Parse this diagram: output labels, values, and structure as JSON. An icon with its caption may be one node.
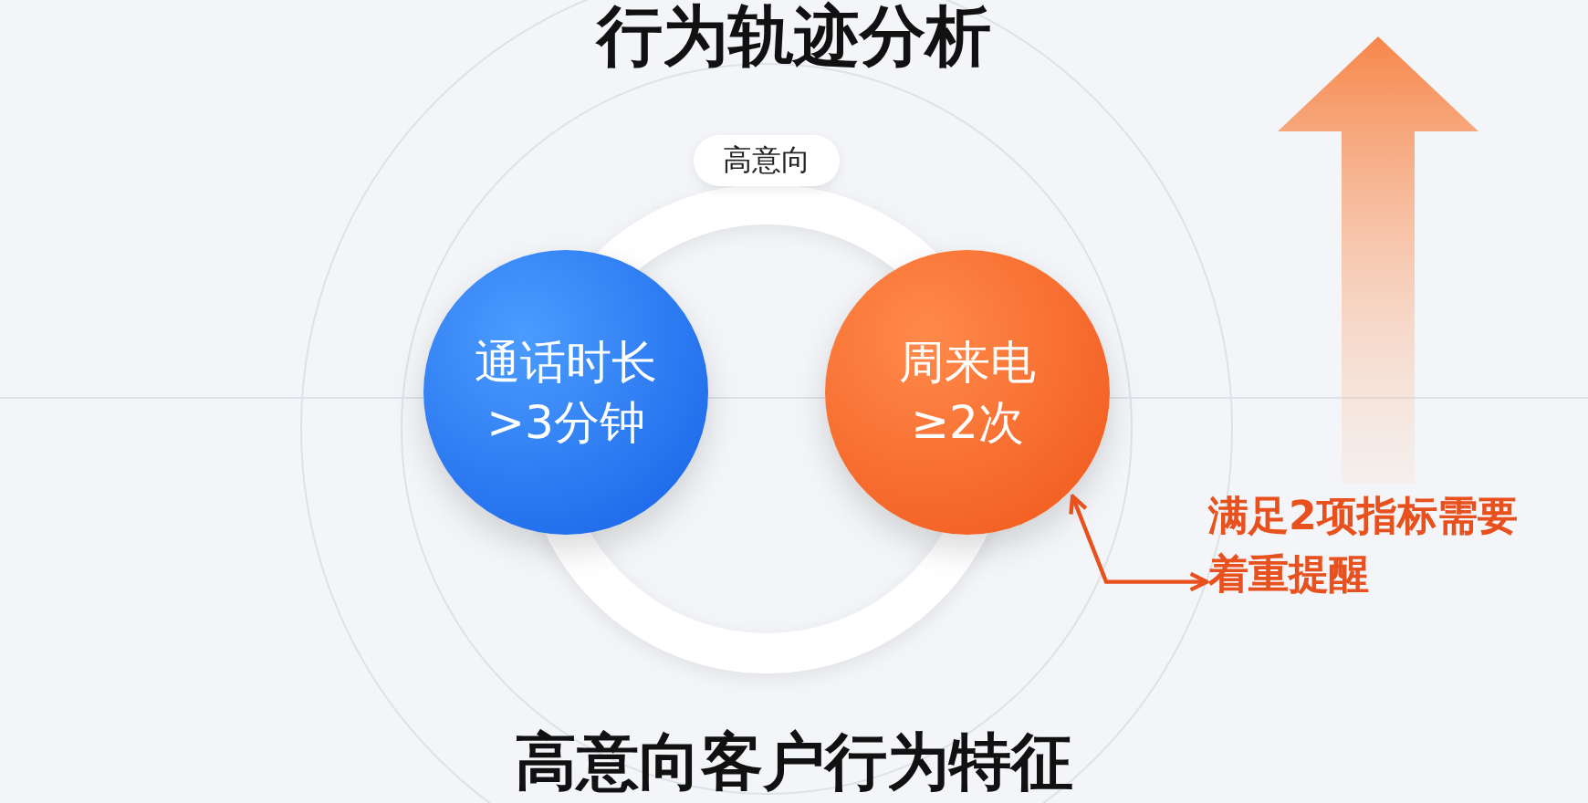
{
  "diagram": {
    "title": "行为轨迹分析",
    "nodes": [
      {
        "text": [
          "高意向"
        ]
      },
      {
        "text": [
          "通话时长 >3分钟"
        ]
      },
      {
        "text": [
          "周来电 ≥2次"
        ]
      },
      {
        "text": [
          "满足2项指标需要着重提醒"
        ]
      }
    ],
    "edges": [
      {
        "from": 3,
        "to": 2,
        "arrow": "both"
      }
    ],
    "caption": "高意向客户行为特征"
  }
}
